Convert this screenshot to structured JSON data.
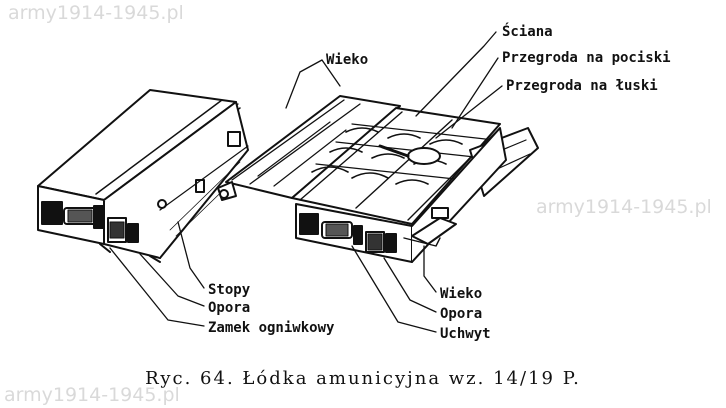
{
  "labels": {
    "wieko_top": "Wieko",
    "sciana": "Ściana",
    "przegroda_pociski": "Przegroda na pociski",
    "przegroda_luski": "Przegroda na łuski",
    "stopy": "Stopy",
    "opora_left": "Opora",
    "zamek": "Zamek ogniwkowy",
    "wieko_bottom": "Wieko",
    "opora_right": "Opora",
    "uchwyt": "Uchwyt"
  },
  "caption": "Ryc. 64. Łódka amunicyjna wz. 14/19 P.",
  "watermarks": {
    "top": "army1914-1945.pl",
    "right": "army1914-1945.pl",
    "bottom": "army1914-1945.pl"
  },
  "colors": {
    "ink": "#111111",
    "paper": "#ffffff",
    "watermark": "#787878"
  }
}
